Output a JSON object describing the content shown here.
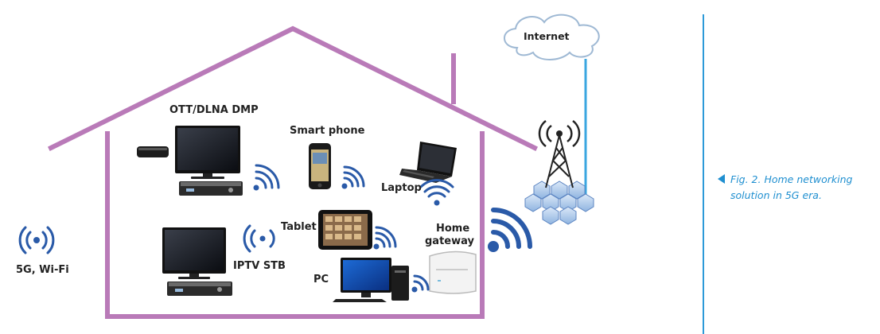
{
  "labels": {
    "internet": "Internet",
    "ott": "OTT/DLNA DMP",
    "smartphone": "Smart phone",
    "laptop": "Laptop",
    "tablet": "Tablet",
    "home_gateway_line1": "Home",
    "home_gateway_line2": "gateway",
    "iptv": "IPTV STB",
    "pc": "PC",
    "wifi": "5G, Wi-Fi"
  },
  "caption": "Fig. 2. Home networking solution in 5G era.",
  "colors": {
    "house": "#b97ab8",
    "signal": "#2a5aa8",
    "internet_line": "#3aa6e0",
    "caption": "#1f8fd0",
    "divider": "#2d9ad8"
  }
}
